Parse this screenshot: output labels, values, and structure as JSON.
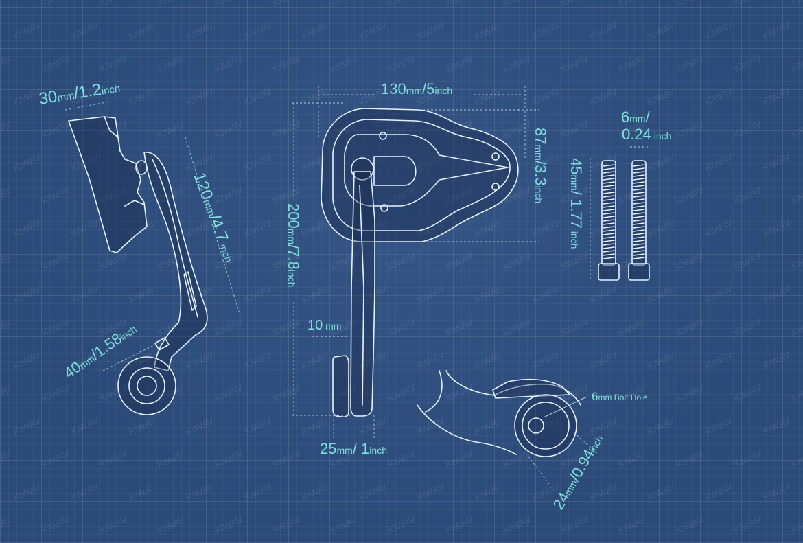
{
  "watermark": "KiWAV",
  "colors": {
    "background": "#2b4a78",
    "linework": "#e6f3ff",
    "labels": "#7fe0dc"
  },
  "dims": {
    "d30": {
      "value": "30",
      "unit": "mm",
      "sep": "/",
      "value2": "1.2",
      "unit2": "inch"
    },
    "d120": {
      "value": "120",
      "unit": "mm",
      "sep": "/",
      "value2": "4.7",
      "unit2": " inch"
    },
    "d40": {
      "value": "40",
      "unit": "mm",
      "sep": "/",
      "value2": "1.58",
      "unit2": "inch"
    },
    "d130": {
      "value": "130",
      "unit": "mm",
      "sep": "/",
      "value2": "5",
      "unit2": "inch"
    },
    "d87": {
      "value": "87",
      "unit": "mm",
      "sep": "/",
      "value2": "3.3",
      "unit2": "inch"
    },
    "d200": {
      "value": "200",
      "unit": "mm",
      "sep": "/",
      "value2": "7.8",
      "unit2": "inch"
    },
    "d10": {
      "value": "10",
      "unit": " mm"
    },
    "d25": {
      "value": "25",
      "unit": "mm",
      "sep": "/ ",
      "value2": "1",
      "unit2": "inch"
    },
    "d6": {
      "value": "6",
      "unit": "mm",
      "sep": "/",
      "value2": "0.24",
      "unit2": " inch"
    },
    "d45": {
      "value": "45",
      "unit": "mm",
      "sep": "/ ",
      "value2": "1.77",
      "unit2": " inch"
    },
    "d24": {
      "value": "24",
      "unit": "mm",
      "sep": "/",
      "value2": "0.94",
      "unit2": "inch"
    },
    "bolt_hole": {
      "value": "6",
      "unit": "mm Bolt Hole"
    }
  }
}
